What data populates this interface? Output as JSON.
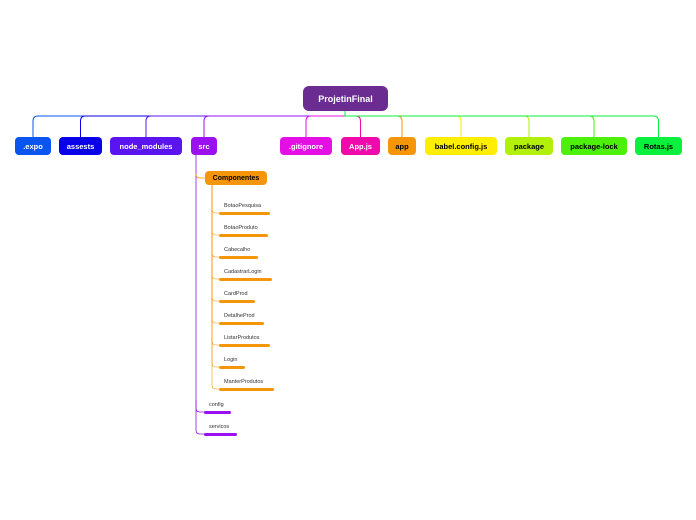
{
  "root": {
    "label": "ProjetinFinal",
    "color": "#6a2c91"
  },
  "branches": [
    {
      "label": ".expo",
      "color": "#0a54f0",
      "text": "#ffffff"
    },
    {
      "label": "assests",
      "color": "#0a00e8",
      "text": "#ffffff"
    },
    {
      "label": "node_modules",
      "color": "#5a14f0",
      "text": "#ffffff"
    },
    {
      "label": "src",
      "color": "#9a10f0",
      "text": "#ffffff"
    },
    {
      "label": ".gitignore",
      "color": "#e40fe4",
      "text": "#ffffff"
    },
    {
      "label": "App.js",
      "color": "#f00aac",
      "text": "#ffffff"
    },
    {
      "label": "app",
      "color": "#f5960a",
      "text": "#000000"
    },
    {
      "label": "babel.config.js",
      "color": "#ffee00",
      "text": "#000000"
    },
    {
      "label": "package",
      "color": "#b2f00a",
      "text": "#000000"
    },
    {
      "label": "package-lock",
      "color": "#4cf00a",
      "text": "#000000"
    },
    {
      "label": "Rotas.js",
      "color": "#0af03c",
      "text": "#000000"
    }
  ],
  "src": {
    "componentes": {
      "label": "Componentes",
      "color": "#f5960a",
      "items": [
        "BotaoPesquisa",
        "BotaoProduto",
        "Cabecalho",
        "CadastrarLogin",
        "CardProd",
        "DetalheProd",
        "ListarProdutos",
        "Login",
        "ManterProdutos"
      ]
    },
    "items": [
      "config",
      "servicos"
    ],
    "item_color": "#9a10f0"
  }
}
